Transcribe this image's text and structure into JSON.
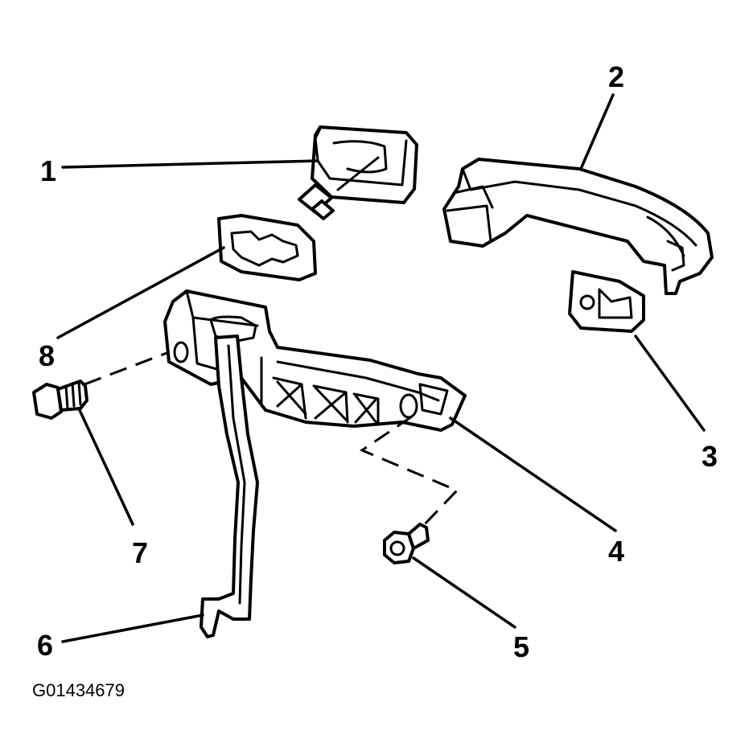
{
  "diagram": {
    "figure_id": "G01434679",
    "callouts": {
      "c1": "1",
      "c2": "2",
      "c3": "3",
      "c4": "4",
      "c5": "5",
      "c6": "6",
      "c7": "7",
      "c8": "8"
    }
  }
}
